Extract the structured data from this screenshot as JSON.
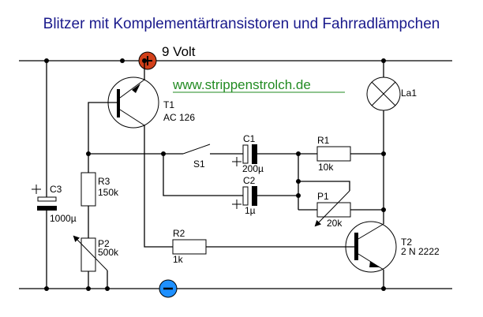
{
  "title": "Blitzer mit Komplementärtransistoren und Fahrradlämpchen",
  "supply": {
    "voltage_label": "9 Volt",
    "plus_symbol": "+",
    "minus_symbol": "−",
    "plus_color": "#d2401a",
    "minus_color": "#1e90ff"
  },
  "website": {
    "text": "www.strippenstrolch.de",
    "color": "#228b22"
  },
  "components": {
    "T1": {
      "name": "T1",
      "type": "AC 126"
    },
    "T2": {
      "name": "T2",
      "type": "2 N 2222"
    },
    "La1": {
      "name": "La1"
    },
    "S1": {
      "name": "S1"
    },
    "C1": {
      "name": "C1",
      "value": "200µ",
      "polarity": "+"
    },
    "C2": {
      "name": "C2",
      "value": "1µ",
      "polarity": "+"
    },
    "C3": {
      "name": "C3",
      "value": "1000µ",
      "polarity": "+"
    },
    "R1": {
      "name": "R1",
      "value": "10k"
    },
    "R2": {
      "name": "R2",
      "value": "1k"
    },
    "R3": {
      "name": "R3",
      "value": "150k"
    },
    "P1": {
      "name": "P1",
      "value": "20k"
    },
    "P2": {
      "name": "P2",
      "value": "500k"
    }
  }
}
